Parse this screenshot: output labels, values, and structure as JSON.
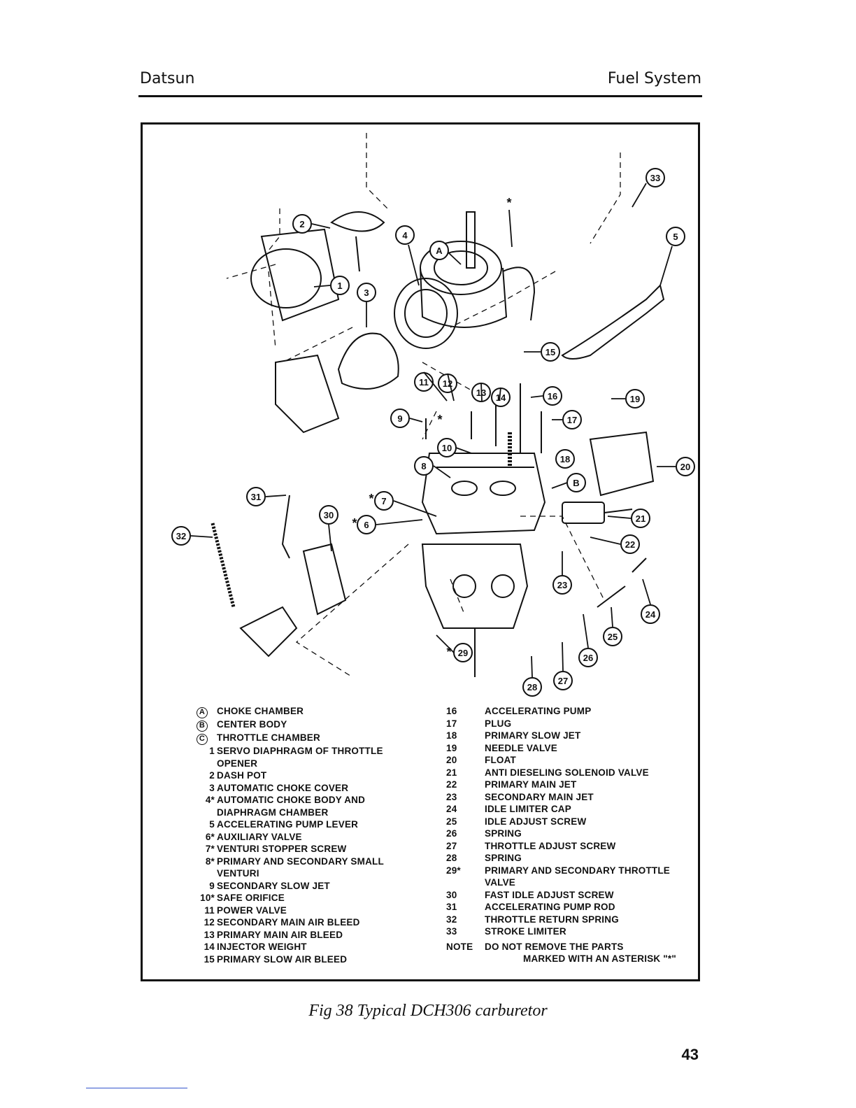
{
  "header": {
    "left": "Datsun",
    "right": "Fuel System"
  },
  "figure": {
    "callouts": [
      "A",
      "B",
      "1",
      "2",
      "3",
      "4",
      "5",
      "6",
      "7",
      "8",
      "9",
      "10",
      "11",
      "12",
      "13",
      "14",
      "15",
      "16",
      "17",
      "18",
      "19",
      "20",
      "21",
      "22",
      "23",
      "24",
      "25",
      "26",
      "27",
      "28",
      "29",
      "30",
      "31",
      "32",
      "33"
    ],
    "star": "*",
    "legend_left": [
      {
        "num": "A",
        "text": "CHOKE CHAMBER",
        "circled": true
      },
      {
        "num": "B",
        "text": "CENTER BODY",
        "circled": true
      },
      {
        "num": "C",
        "text": "THROTTLE CHAMBER",
        "circled": true
      },
      {
        "num": "1",
        "text": "SERVO DIAPHRAGM OF THROTTLE"
      },
      {
        "num": "",
        "text": "OPENER"
      },
      {
        "num": "2",
        "text": "DASH POT"
      },
      {
        "num": "3",
        "text": "AUTOMATIC CHOKE COVER"
      },
      {
        "num": "4*",
        "text": "AUTOMATIC CHOKE BODY AND"
      },
      {
        "num": "",
        "text": "DIAPHRAGM CHAMBER"
      },
      {
        "num": "5",
        "text": "ACCELERATING PUMP LEVER"
      },
      {
        "num": "6*",
        "text": "AUXILIARY VALVE"
      },
      {
        "num": "7*",
        "text": "VENTURI STOPPER SCREW"
      },
      {
        "num": "8*",
        "text": "PRIMARY AND SECONDARY SMALL"
      },
      {
        "num": "",
        "text": "VENTURI"
      },
      {
        "num": "9",
        "text": "SECONDARY SLOW JET"
      },
      {
        "num": "10*",
        "text": "SAFE ORIFICE"
      },
      {
        "num": "11",
        "text": "POWER VALVE"
      },
      {
        "num": "12",
        "text": "SECONDARY MAIN AIR BLEED"
      },
      {
        "num": "13",
        "text": "PRIMARY MAIN AIR BLEED"
      },
      {
        "num": "14",
        "text": "INJECTOR WEIGHT"
      },
      {
        "num": "15",
        "text": "PRIMARY SLOW AIR BLEED"
      }
    ],
    "legend_right": [
      {
        "num": "16",
        "text": "ACCELERATING PUMP"
      },
      {
        "num": "17",
        "text": "PLUG"
      },
      {
        "num": "18",
        "text": "PRIMARY SLOW JET"
      },
      {
        "num": "19",
        "text": "NEEDLE VALVE"
      },
      {
        "num": "20",
        "text": "FLOAT"
      },
      {
        "num": "21",
        "text": "ANTI DIESELING SOLENOID VALVE"
      },
      {
        "num": "22",
        "text": "PRIMARY MAIN JET"
      },
      {
        "num": "23",
        "text": "SECONDARY MAIN JET"
      },
      {
        "num": "24",
        "text": "IDLE LIMITER CAP"
      },
      {
        "num": "25",
        "text": "IDLE ADJUST SCREW"
      },
      {
        "num": "26",
        "text": "SPRING"
      },
      {
        "num": "27",
        "text": "THROTTLE ADJUST SCREW"
      },
      {
        "num": "28",
        "text": "SPRING"
      },
      {
        "num": "29*",
        "text": "PRIMARY AND SECONDARY THROTTLE"
      },
      {
        "num": "",
        "text": "VALVE"
      },
      {
        "num": "30",
        "text": "FAST IDLE ADJUST SCREW"
      },
      {
        "num": "31",
        "text": "ACCELERATING PUMP ROD"
      },
      {
        "num": "32",
        "text": "THROTTLE RETURN SPRING"
      },
      {
        "num": "33",
        "text": "STROKE LIMITER"
      }
    ],
    "note_label": "NOTE",
    "note_line1": "DO NOT REMOVE THE PARTS",
    "note_line2": "MARKED WITH AN ASTERISK \"*\""
  },
  "caption": "Fig 38  Typical DCH306 carburetor",
  "page_number": "43"
}
